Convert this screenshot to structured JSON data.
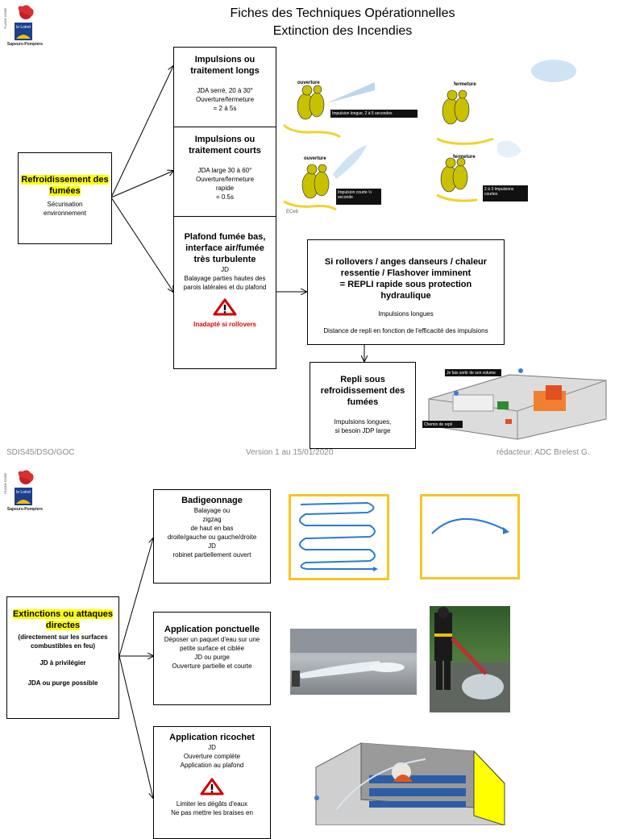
{
  "page1": {
    "title_line1": "Fiches des Techniques Opérationnelles",
    "title_line2": "Extinction des Incendies",
    "logo": {
      "brand": "le Loiret",
      "org": "Sapeurs-Pompiers",
      "vertical": "FLASH CODE"
    },
    "root": {
      "title": "Refroidissement des fumées",
      "sub_line1": "Sécurisation",
      "sub_line2": "environnement"
    },
    "long": {
      "title": "Impulsions ou traitement longs",
      "l1": "JDA serré, 20 à 30°",
      "l2": "Ouverture/fermeture",
      "l3": "= 2 à 5s"
    },
    "short": {
      "title": "Impulsions ou traitement courts",
      "l1": "JDA large 30 à 60°",
      "l2": "Ouverture/fermeture",
      "l3": "rapide",
      "l4": "= 0.5s"
    },
    "plafond": {
      "title": "Plafond fumée bas, interface air/fumée très turbulente",
      "l1": "JD",
      "l2": "Balayage parties hautes des parois latérales et du plafond",
      "warning": "Inadapté si rollovers"
    },
    "rollover": {
      "title": "Si rollovers / anges danseurs / chaleur ressentie  / Flashover imminent",
      "title2": "= REPLI rapide sous protection hydraulique",
      "l1": "Impulsions longues",
      "l2": "Distance de repli  en fonction de l'efficacité des impulsions"
    },
    "repli": {
      "title": "Repli sous refroidissement des fumées",
      "l1": "Impulsions longues,",
      "l2": "si besoin JDP large"
    },
    "illus": {
      "ouverture1": "ouverture",
      "fermeture1": "fermeture",
      "impulse_long": "Impulsion longue, 2 à 5 secondes",
      "ouverture2": "ouverture",
      "fermeture2": "fermeture",
      "impulse_short": "Impulsion courte ½ seconde",
      "impulse_multi": "2 à 3 Impulsions courtes",
      "credit": "ECeb",
      "repli_top": "Je fais sortir de son volume",
      "repli_bottom": "Chemin de repli"
    },
    "footer": {
      "left": "SDIS45/DSO/GOC",
      "center": "Version 1 au 15/01/2020",
      "right": "rédacteur: ADC Brelest G."
    }
  },
  "page2": {
    "logo": {
      "brand": "le Loiret",
      "org": "Sapeurs-Pompiers",
      "vertical": "FLASH CODE"
    },
    "root": {
      "title": "Extinctions ou attaques directes",
      "sub": "(directement sur les surfaces combustibles en feu)",
      "l1": "JD à privilégier",
      "l2": "JDA  ou purge possible"
    },
    "badigeon": {
      "title": "Badigeonnage",
      "l1": "Balayage ou",
      "l2": "zigzag",
      "l3": "de haut en bas",
      "l4": "droite/gauche ou gauche/droite",
      "l5": "JD",
      "l6": "robinet partiellement ouvert"
    },
    "ponctuelle": {
      "title": "Application ponctuelle",
      "l1": "Déposer un paquet d'eau sur une petite surface et ciblée",
      "l2": "JD ou purge",
      "l3": "Ouverture partielle et courte"
    },
    "ricochet": {
      "title": "Application ricochet",
      "l1": "JD",
      "l2": "Ouverture complète",
      "l3": "Application au plafond",
      "l4": "Limiter les dégâts d'eaux",
      "l5": "Ne pas mettre les braises en"
    }
  },
  "colors": {
    "highlight": "#ffff00",
    "warning_red": "#e00000",
    "frame_yellow": "#f7c624",
    "arrow_blue": "#2a7bd0"
  }
}
